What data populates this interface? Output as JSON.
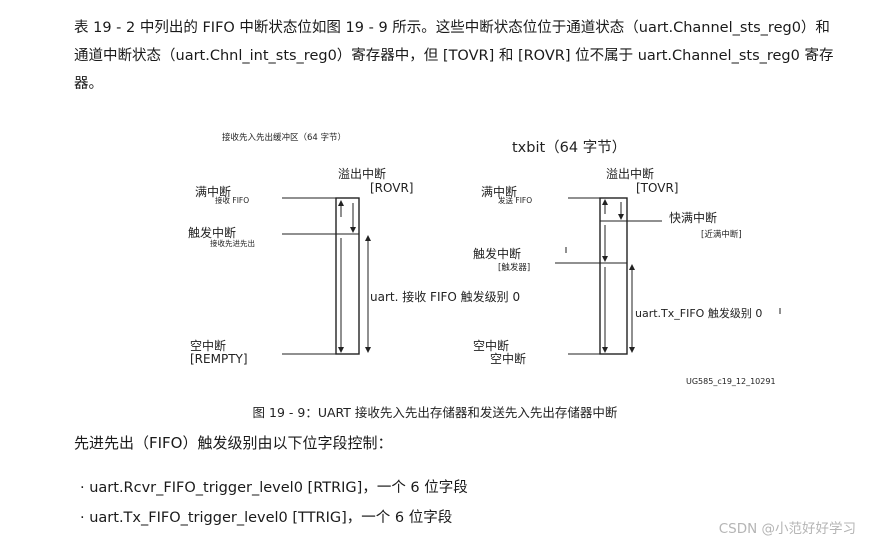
{
  "intro": {
    "line1": "表 19 - 2 中列出的 FIFO 中断状态位如图 19 - 9 所示。这些中断状态位位于通道状态（uart.Channel_sts_reg0）和",
    "line2": "通道中断状态（uart.Chnl_int_sts_reg0）寄存器中，但 [TOVR] 和 [ROVR] 位不属于 uart.Channel_sts_reg0 寄存",
    "line3": "器。"
  },
  "figure": {
    "rx": {
      "title": "接收先入先出缓冲区（64 字节）",
      "overflow_label": "溢出中断",
      "overflow_reg": "[ROVR]",
      "full_label": "满中断",
      "full_sub": "接收 FIFO",
      "trigger_label": "触发中断",
      "trigger_sub": "接收先进先出",
      "level_label": "uart. 接收 FIFO 触发级别 0",
      "empty_label": "空中断",
      "empty_reg": "[REMPTY]"
    },
    "tx": {
      "title": "txbit（64 字节）",
      "overflow_label": "溢出中断",
      "overflow_reg": "[TOVR]",
      "full_label": "满中断",
      "full_sub": "发送 FIFO",
      "nfull_label": "快满中断",
      "nfull_sub": "[近满中断]",
      "trigger_label": "触发中断",
      "trigger_sub": "[触发器]",
      "level_label": "uart.Tx_FIFO 触发级别 0",
      "empty_label": "空中断",
      "empty_sub": "空中断"
    },
    "code": "UG585_c19_12_10291"
  },
  "caption": "图 19 - 9：UART 接收先入先出存储器和发送先入先出存储器中断",
  "para2": "先进先出（FIFO）触发级别由以下位字段控制：",
  "bullets": [
    "· uart.Rcvr_FIFO_trigger_level0 [RTRIG]，一个 6 位字段",
    "· uart.Tx_FIFO_trigger_level0 [TTRIG]，一个 6 位字段"
  ],
  "watermark": "CSDN @小范好好学习",
  "colors": {
    "text": "#1a1a1a",
    "line": "#222222",
    "watermark": "#b5b5b5"
  }
}
